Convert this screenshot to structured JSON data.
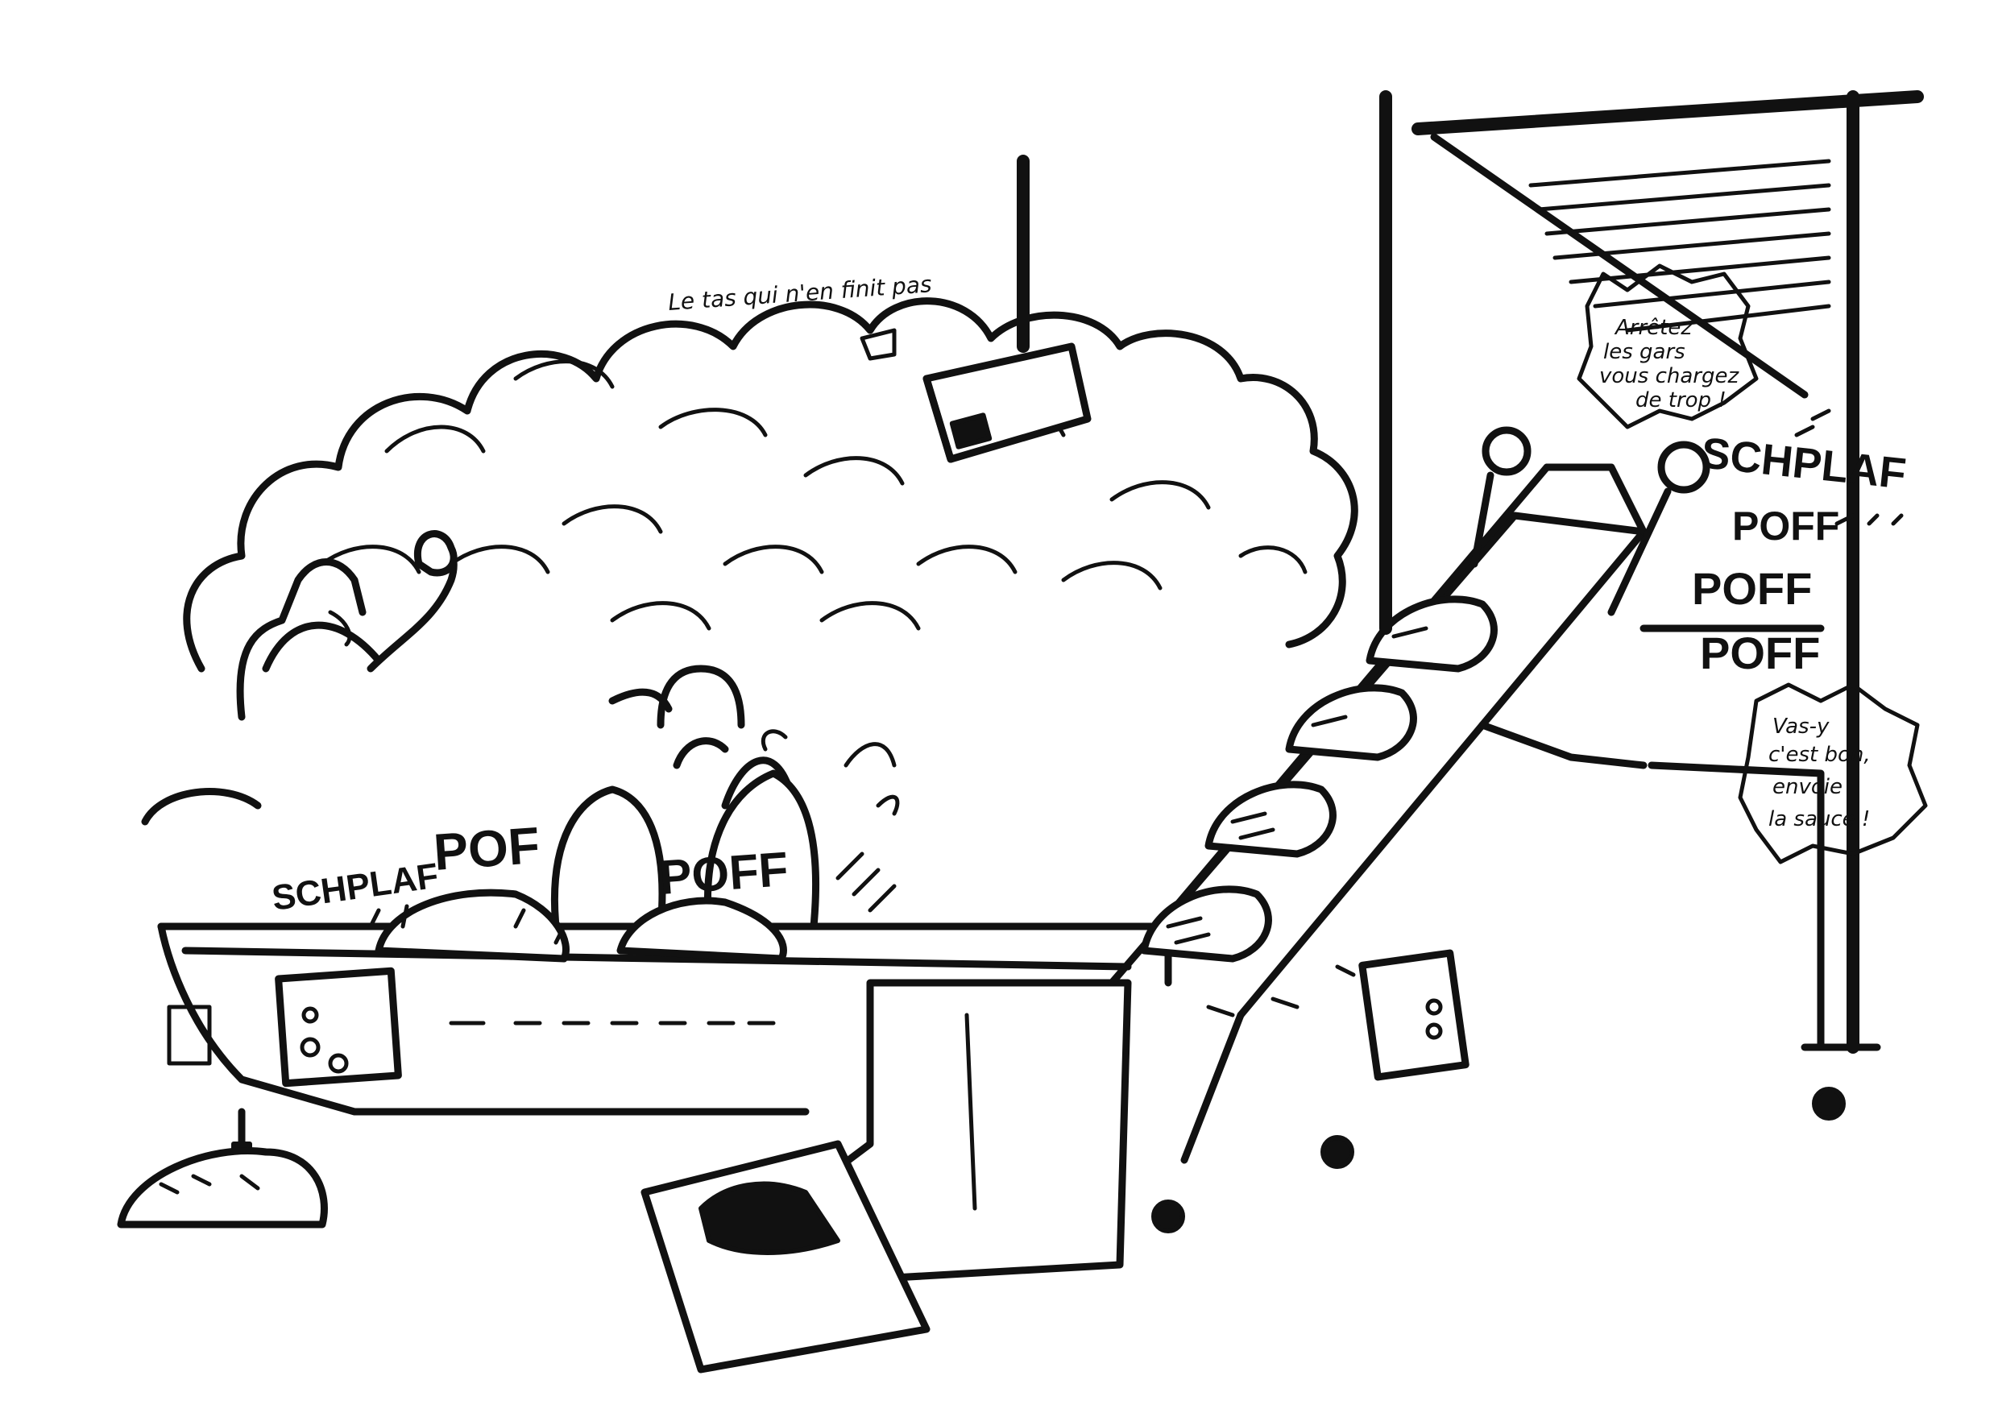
{
  "caption": {
    "heap_title": "Le tas qui n'en finit pas"
  },
  "speech": {
    "supervisor_line1": "Arrêtez",
    "supervisor_line2": "les gars",
    "supervisor_line3": "vous chargez",
    "supervisor_line4": "de trop !",
    "worker_line1": "Vas-y",
    "worker_line2": "c'est bon,",
    "worker_line3": "envoie",
    "worker_line4": "la sauce !"
  },
  "sound_effects": {
    "left_schplaf": "SCHPLAF",
    "left_pof": "POF",
    "center_poff": "POFF",
    "right_schplaf": "SCHPLAF",
    "right_poff_1": "POFF",
    "right_poff_2": "POFF",
    "right_poff_3": "POFF"
  },
  "colors": {
    "ink": "#111111",
    "paper": "#ffffff"
  }
}
